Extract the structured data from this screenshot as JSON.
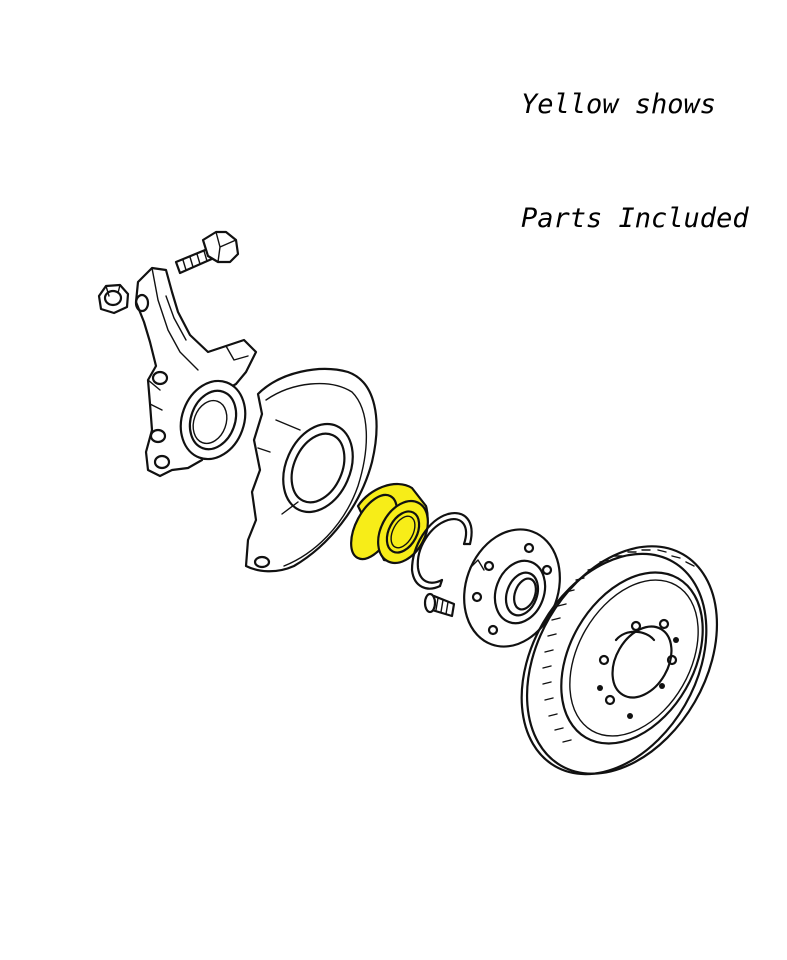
{
  "caption": {
    "line1": "Yellow shows",
    "line2": "Parts Included"
  },
  "highlight_color": "#f7ed18",
  "parts": [
    {
      "name": "nut",
      "included": false
    },
    {
      "name": "bolt",
      "included": false
    },
    {
      "name": "steering-knuckle",
      "included": false
    },
    {
      "name": "dust-shield",
      "included": false
    },
    {
      "name": "wheel-bearing",
      "included": true
    },
    {
      "name": "snap-ring",
      "included": false
    },
    {
      "name": "hub-bolt",
      "included": false
    },
    {
      "name": "wheel-hub",
      "included": false
    },
    {
      "name": "brake-rotor",
      "included": false
    }
  ]
}
